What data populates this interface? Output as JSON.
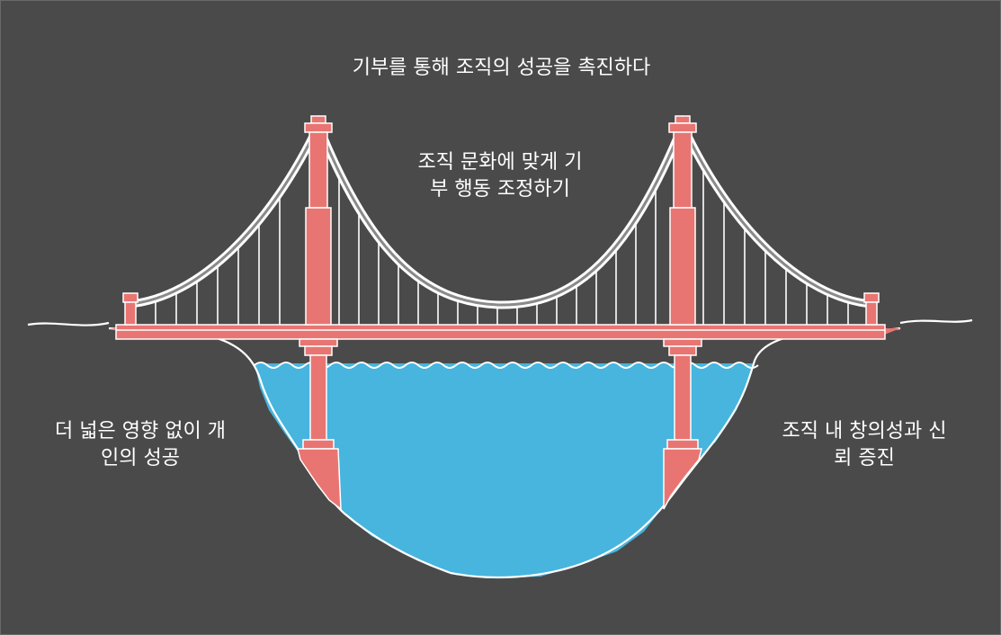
{
  "title": "기부를 통해 조직의 성공을 촉진하다",
  "center_text": "조직 문화에 맞게 기\n부 행동 조정하기",
  "left_text": "더 넓은 영향 없이 개\n인의 성공",
  "right_text": "조직 내 창의성과 신\n뢰 증진",
  "colors": {
    "background": "#4a4a4a",
    "bridge": "#e87572",
    "bridge_dark": "#c85c5a",
    "water": "#47b5de",
    "cable": "#ffffff",
    "text": "#ffffff"
  }
}
